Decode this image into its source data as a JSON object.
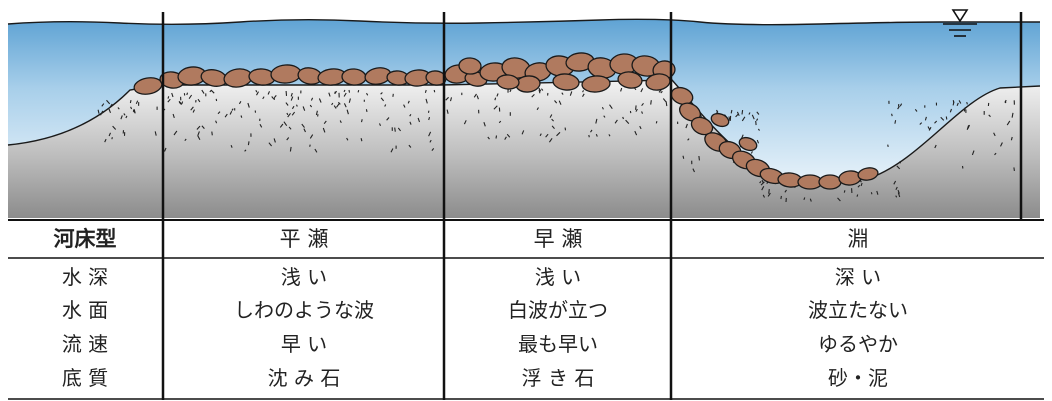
{
  "header": {
    "label": "河床型",
    "columns": [
      "平 瀬",
      "早 瀬",
      "淵"
    ]
  },
  "rows": [
    {
      "label": "水 深",
      "values": [
        "浅 い",
        "浅 い",
        "深 い"
      ]
    },
    {
      "label": "水 面",
      "values": [
        "しわのような波",
        "白波が立つ",
        "波立たない"
      ]
    },
    {
      "label": "流 速",
      "values": [
        "早 い",
        "最も早い",
        "ゆるやか"
      ]
    },
    {
      "label": "底 質",
      "values": [
        "沈 み 石",
        "浮 き 石",
        "砂・泥"
      ]
    }
  ],
  "colors": {
    "water_top": "#7fb6dd",
    "water_bottom": "#eef5fb",
    "ground_top": "#d4d4d4",
    "ground_bottom": "#7a7a7a",
    "stone": "#b07a5f",
    "line": "#111111"
  },
  "icons": {
    "water_level": "water-level-triangle-icon"
  }
}
